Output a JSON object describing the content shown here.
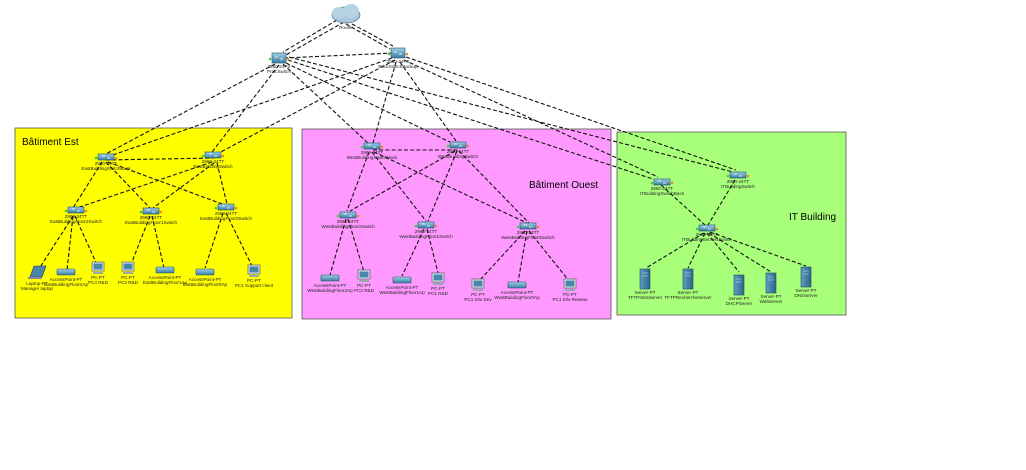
{
  "zones": {
    "east": {
      "title": "Bâtiment Est",
      "color": "#ffff00"
    },
    "west": {
      "title": "Bâtiment Ouest",
      "color": "#ff99ff"
    },
    "it": {
      "title": "IT Building",
      "color": "#a8ff7a"
    }
  },
  "cloud": {
    "label": "Router"
  },
  "devices": {
    "core1": {
      "label1": "3560-24PS",
      "label2": "PrincSwitch"
    },
    "core2": {
      "label1": "3560-24PS",
      "label2": "PrincSwitchBackup"
    },
    "eastBackbone": {
      "label1": "2960-24TT",
      "label2": "EastBuildingSwitchBack"
    },
    "eastMain": {
      "label1": "2960-24TT",
      "label2": "EastBuildingSwitch"
    },
    "eastFloor2": {
      "label1": "2960-24TT",
      "label2": "EastBuildingFloor2Switch"
    },
    "eastFloor1": {
      "label1": "2960-24TT",
      "label2": "EastBuildingFloor1Switch"
    },
    "eastFloor0": {
      "label1": "2960-24TT",
      "label2": "EastBuildingFloor0Switch"
    },
    "laptop": {
      "label1": "Laptop-PT",
      "label2": "Manager laptop"
    },
    "apEast2": {
      "label1": "AccessPoint-PT",
      "label2": "EastBuildingFloor2Ap"
    },
    "pcEast2": {
      "label1": "PC-PT",
      "label2": "PC4 R&D"
    },
    "pcEast1": {
      "label1": "PC-PT",
      "label2": "PC3 R&D"
    },
    "apEast1": {
      "label1": "AccessPoint-PT",
      "label2": "EastBuildingFloor1Ap"
    },
    "apEast0": {
      "label1": "AccessPoint-PT",
      "label2": "EastBuildingFloor0Ap"
    },
    "pcEast0": {
      "label1": "PC-PT",
      "label2": "PC1 Support client"
    },
    "westBackbone": {
      "label1": "2960-24TT",
      "label2": "WestBuildingSwitchBack"
    },
    "westMain": {
      "label1": "2960-24TT",
      "label2": "WestBuildingSwitch"
    },
    "westFloor2": {
      "label1": "2960-24TT",
      "label2": "WestBuildingFloor2Switch"
    },
    "westFloor1": {
      "label1": "2960-24TT",
      "label2": "WestBuildingFloor1Switch"
    },
    "westFloor0": {
      "label1": "2960-24TT",
      "label2": "WestBuildingFloor0Switch"
    },
    "apWest2": {
      "label1": "AccessPoint-PT",
      "label2": "WestBuildingFloor2Ap"
    },
    "pcWest2": {
      "label1": "PC-PT",
      "label2": "PC2 R&D"
    },
    "apWest1": {
      "label1": "AccessPoint-PT",
      "label2": "WestBuildingFloor1Ap"
    },
    "pcWest1": {
      "label1": "PC-PT",
      "label2": "PC1 R&D"
    },
    "pcWest0a": {
      "label1": "PC-PT",
      "label2": "PC1 Info Dev"
    },
    "apWest0": {
      "label1": "AccessPoint-PT",
      "label2": "WestBuildingFloor0Ap"
    },
    "pcWest0b": {
      "label1": "PC-PT",
      "label2": "PC1 Info Reseau"
    },
    "itBack": {
      "label1": "2960-24TT",
      "label2": "ITBuildingSwitchBack"
    },
    "itMain": {
      "label1": "2960-24TT",
      "label2": "ITBuildingSwitch"
    },
    "itServers": {
      "label1": "2960-24TT",
      "label2": "ITBuildingServersSwitch"
    },
    "srvTftp": {
      "label1": "Server-PT",
      "label2": "TFTPIntraServer"
    },
    "srvTftpR": {
      "label1": "Server-PT",
      "label2": "TFTPRechercheServer"
    },
    "srvDhcp": {
      "label1": "Server-PT",
      "label2": "DHCPServer"
    },
    "srvWeb": {
      "label1": "Server-PT",
      "label2": "WebServer"
    },
    "srvDns": {
      "label1": "Server-PT",
      "label2": "DNSServer"
    }
  }
}
